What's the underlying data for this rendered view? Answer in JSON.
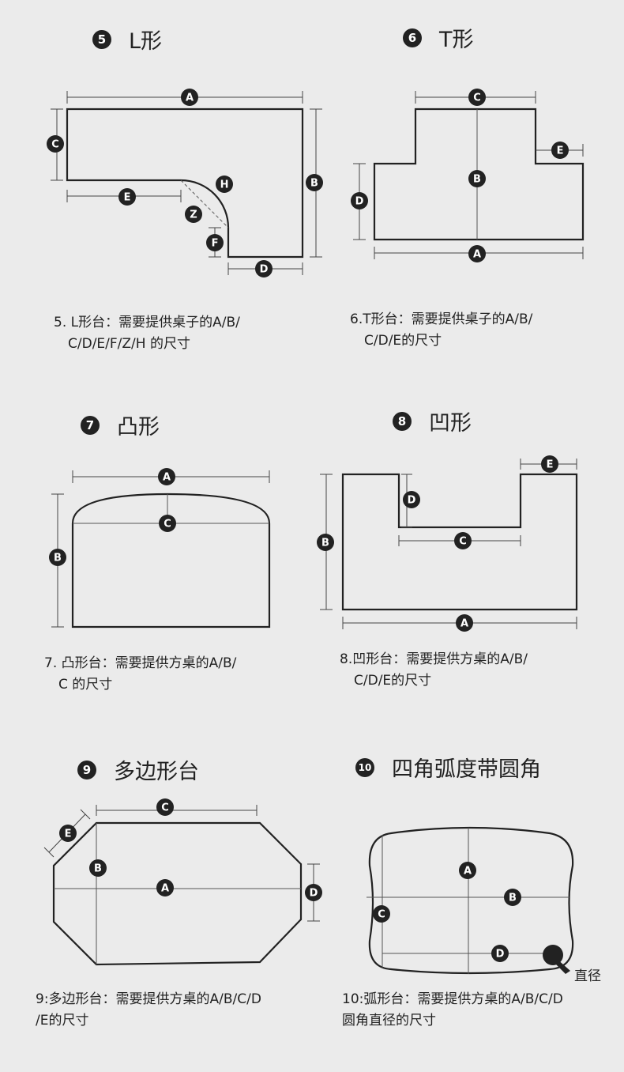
{
  "sections": [
    {
      "num": "5",
      "title": "L形",
      "caption_line1": "5. L形台：需要提供桌子的A/B/",
      "caption_line2": "C/D/E/F/Z/H 的尺寸",
      "labels": [
        "A",
        "B",
        "C",
        "D",
        "E",
        "F",
        "Z",
        "H"
      ]
    },
    {
      "num": "6",
      "title": "T形",
      "caption_line1": "6.T形台：需要提供桌子的A/B/",
      "caption_line2": "C/D/E的尺寸",
      "labels": [
        "A",
        "B",
        "C",
        "D",
        "E"
      ]
    },
    {
      "num": "7",
      "title": "凸形",
      "caption_line1": "7. 凸形台：需要提供方桌的A/B/",
      "caption_line2": "C 的尺寸",
      "labels": [
        "A",
        "B",
        "C"
      ]
    },
    {
      "num": "8",
      "title": "凹形",
      "caption_line1": "8.凹形台：需要提供方桌的A/B/",
      "caption_line2": "C/D/E的尺寸",
      "labels": [
        "A",
        "B",
        "C",
        "D",
        "E"
      ]
    },
    {
      "num": "9",
      "title": "多边形台",
      "caption_line1": "9:多边形台：需要提供方桌的A/B/C/D",
      "caption_line2": "/E的尺寸",
      "labels": [
        "A",
        "B",
        "C",
        "D",
        "E"
      ]
    },
    {
      "num": "10",
      "title": "四角弧度带圆角",
      "caption_line1": "10:弧形台：需要提供方桌的A/B/C/D",
      "caption_line2": "圆角直径的尺寸",
      "labels": [
        "A",
        "B",
        "C",
        "D"
      ],
      "extra_label": "直径"
    }
  ]
}
